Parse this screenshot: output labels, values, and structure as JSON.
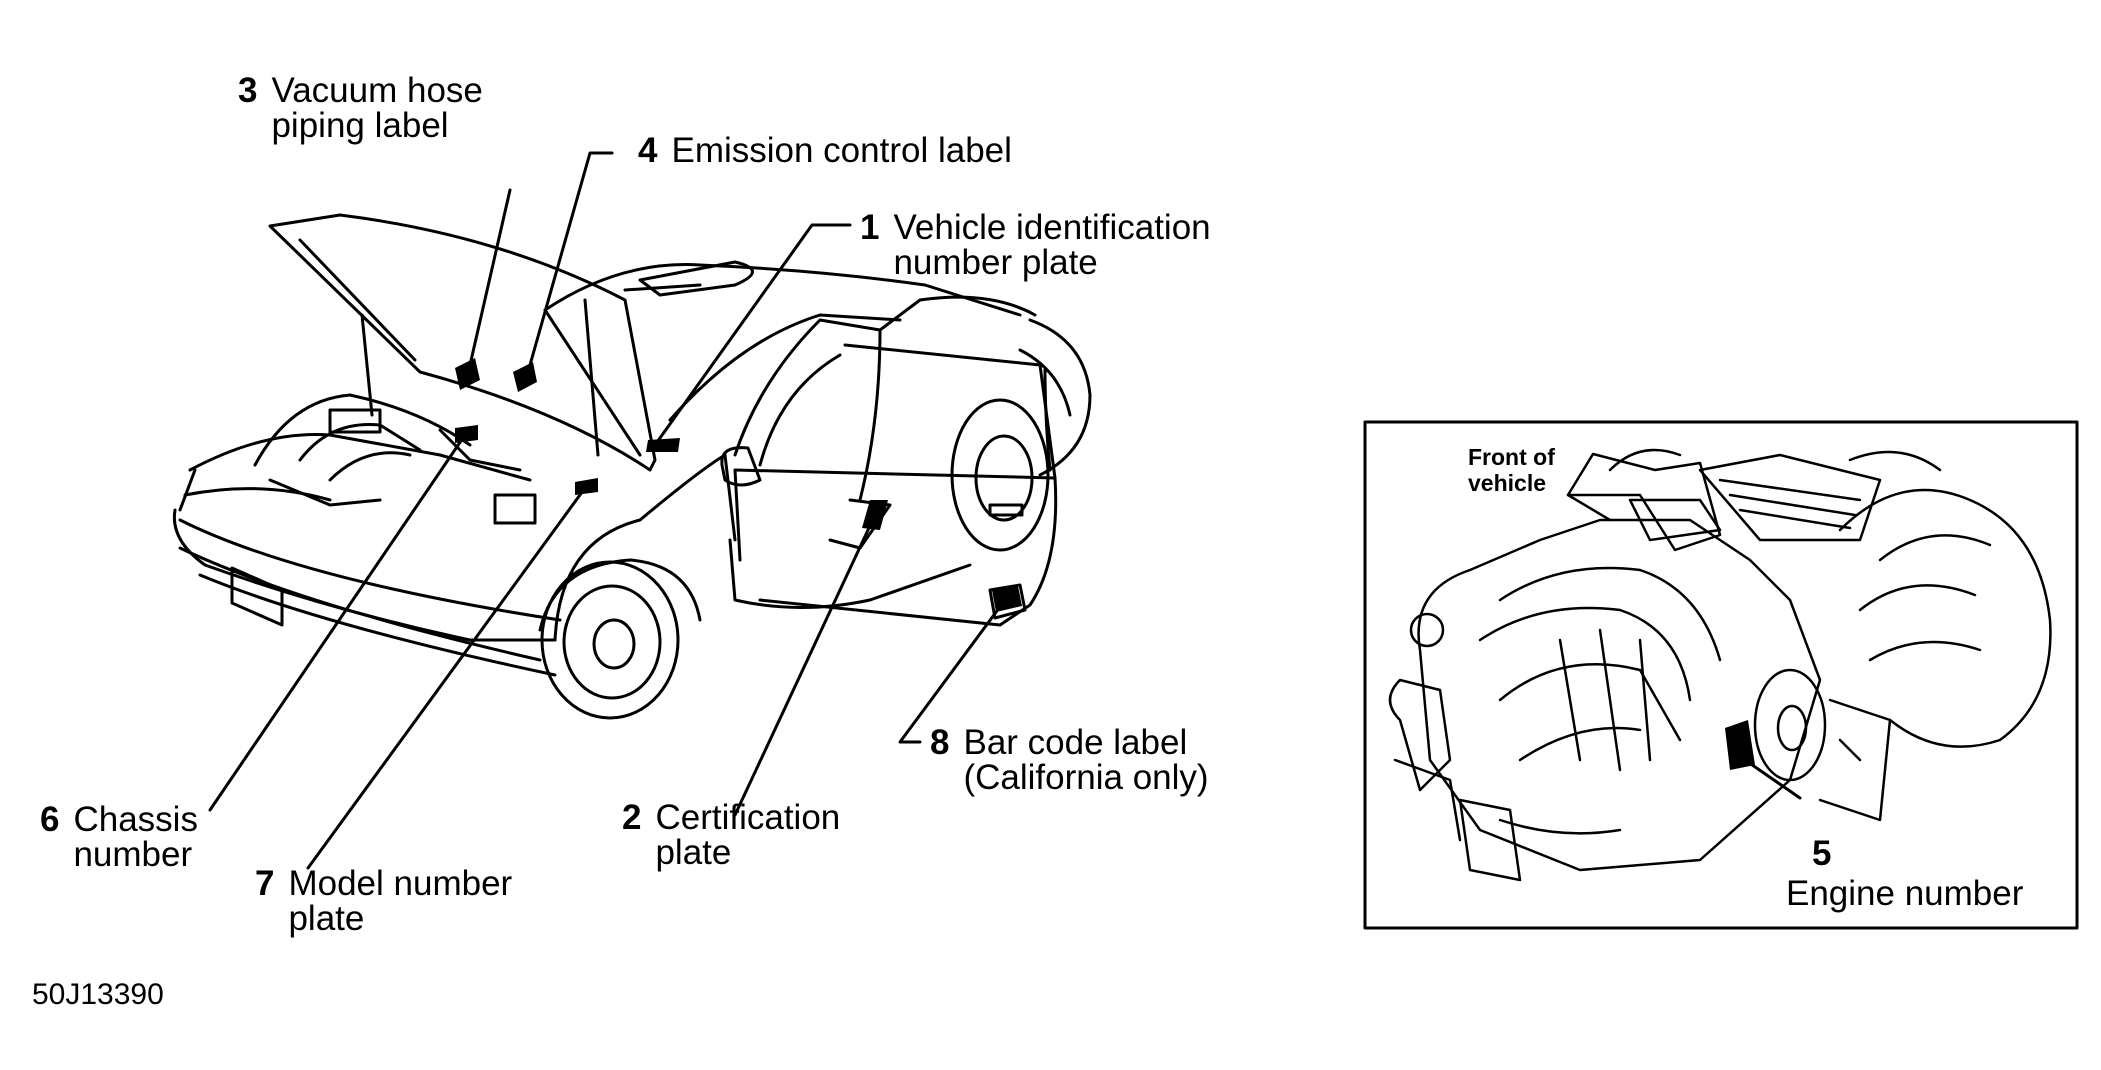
{
  "callouts": [
    {
      "number": "3",
      "lines": [
        "Vacuum hose",
        "piping label"
      ]
    },
    {
      "number": "4",
      "lines": [
        "Emission control label"
      ]
    },
    {
      "number": "1",
      "lines": [
        "Vehicle identification",
        "number plate"
      ]
    },
    {
      "number": "6",
      "lines": [
        "Chassis",
        "number"
      ]
    },
    {
      "number": "7",
      "lines": [
        "Model number",
        "plate"
      ]
    },
    {
      "number": "2",
      "lines": [
        "Certification",
        "plate"
      ]
    },
    {
      "number": "8",
      "lines": [
        "Bar code label",
        "(California only)"
      ]
    },
    {
      "number": "5",
      "lines": [
        "Engine number"
      ]
    }
  ],
  "inset": {
    "front_label_lines": [
      "Front of",
      "vehicle"
    ]
  },
  "figure_code": "50J13390"
}
